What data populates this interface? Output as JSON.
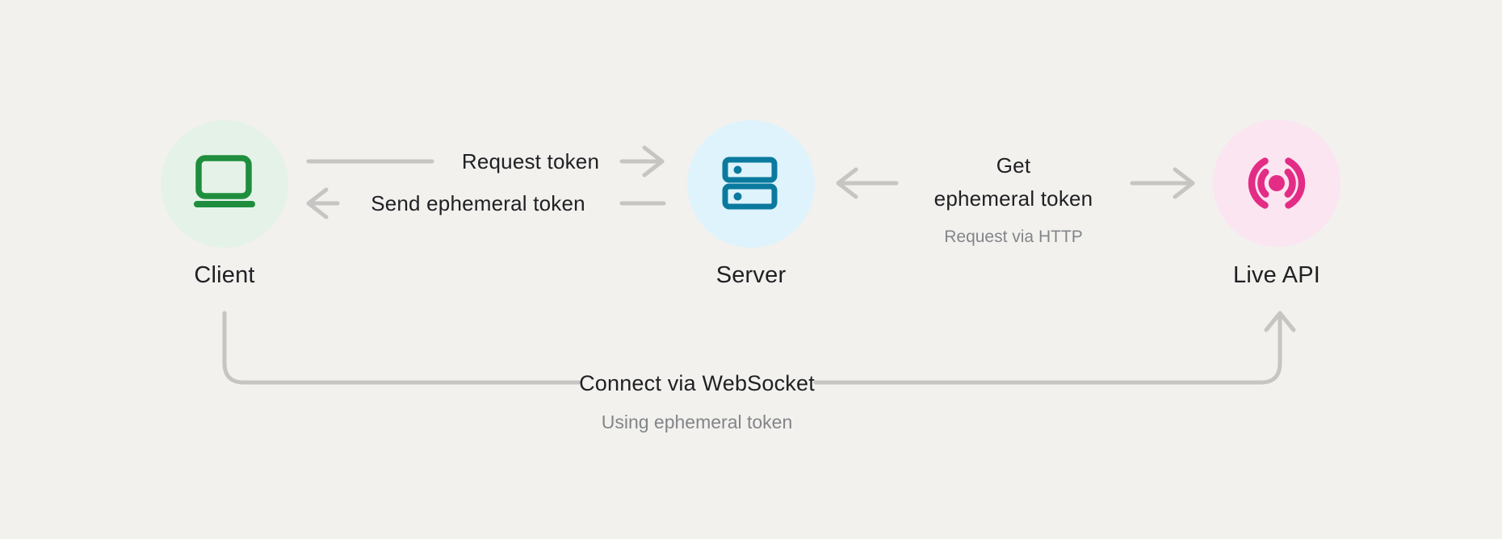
{
  "diagram": {
    "nodes": {
      "client": {
        "label": "Client",
        "icon": "laptop-icon"
      },
      "server": {
        "label": "Server",
        "icon": "server-rack-icon"
      },
      "live_api": {
        "label": "Live API",
        "icon": "live-broadcast-icon"
      }
    },
    "edges": {
      "request_token": {
        "label": "Request token"
      },
      "send_ephemeral_token": {
        "label": "Send ephemeral token"
      },
      "get_ephemeral_token": {
        "label_line1": "Get",
        "label_line2": "ephemeral token",
        "sublabel": "Request via HTTP"
      },
      "connect_websocket": {
        "label": "Connect via WebSocket",
        "sublabel": "Using ephemeral token"
      }
    },
    "colors": {
      "background": "#F2F1EE",
      "connector_gray": "#C6C5C3",
      "text_primary": "#202124",
      "text_secondary": "#838589",
      "client_icon": "#1E8E3E",
      "client_circle_bg": "#E5F2E8",
      "server_icon": "#0A7A9E",
      "server_circle_bg": "#DFF3FC",
      "live_api_icon": "#E32C85",
      "live_api_circle_bg": "#FBE5F1"
    }
  }
}
